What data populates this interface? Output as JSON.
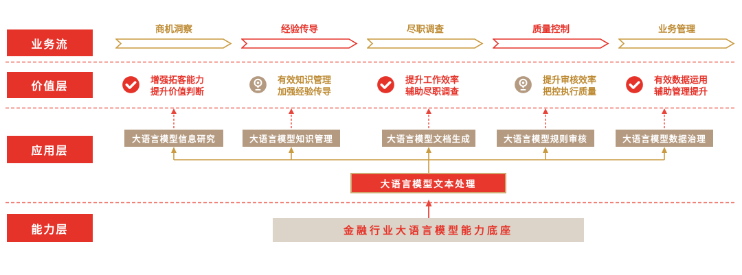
{
  "layers": {
    "business_flow_label": "业务流",
    "value_label": "价值层",
    "application_label": "应用层",
    "capability_label": "能力层"
  },
  "business_flow": {
    "steps": [
      {
        "label": "商机洞察",
        "color": "gold"
      },
      {
        "label": "经验传导",
        "color": "red"
      },
      {
        "label": "尽职调查",
        "color": "gold"
      },
      {
        "label": "质量控制",
        "color": "red"
      },
      {
        "label": "业务管理",
        "color": "gold"
      }
    ]
  },
  "value_layer": {
    "items": [
      {
        "line1": "增强拓客能力",
        "line2": "提升价值判断",
        "icon": "check-badge-icon",
        "color": "red"
      },
      {
        "line1": "有效知识管理",
        "line2": "加强经验传导",
        "icon": "location-pin-icon",
        "color": "gold"
      },
      {
        "line1": "提升工作效率",
        "line2": "辅助尽职调查",
        "icon": "check-badge-icon",
        "color": "red"
      },
      {
        "line1": "提升审核效率",
        "line2": "把控执行质量",
        "icon": "location-pin-icon",
        "color": "gold"
      },
      {
        "line1": "有效数据运用",
        "line2": "辅助管理提升",
        "icon": "check-badge-icon",
        "color": "red"
      }
    ]
  },
  "application_layer": {
    "modules": [
      "大语言模型信息研究",
      "大语言模型知识管理",
      "大语言模型文档生成",
      "大语言模型规则审核",
      "大语言模型数据治理"
    ],
    "core_module": "大语言模型文本处理"
  },
  "capability_layer": {
    "foundation": "金融行业大语言模型能力底座"
  },
  "colors": {
    "brand_red": "#e5332a",
    "gold": "#c99a3f",
    "gold_text": "#bd8a32",
    "tan_box": "#b49a80",
    "beige_box": "#dcd4c8",
    "dashed_separator_red": "#ee6a5f"
  }
}
